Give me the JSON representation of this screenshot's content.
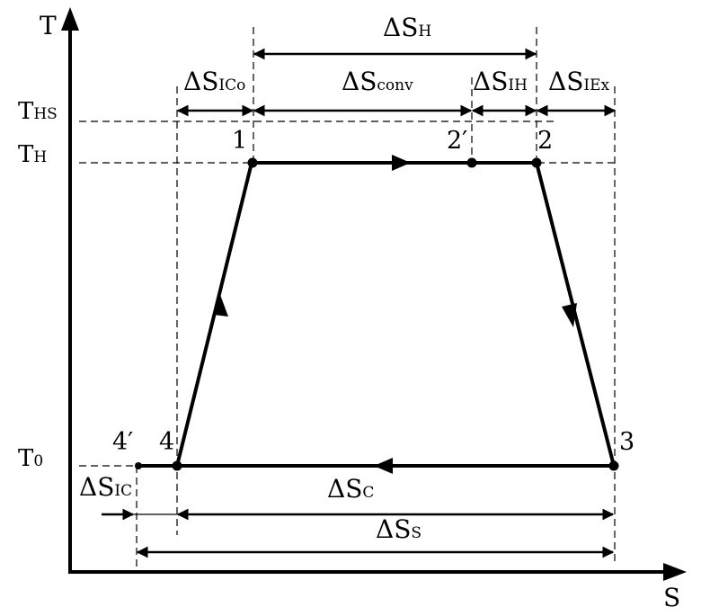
{
  "axes": {
    "y_label": "T",
    "x_label": "S"
  },
  "temperatures": {
    "ths": {
      "main": "T",
      "sub": "HS"
    },
    "th": {
      "main": "T",
      "sub": "H"
    },
    "t0": {
      "main": "T",
      "sub": "0"
    }
  },
  "points": {
    "p1": "1",
    "p2prime": "2′",
    "p2": "2",
    "p3": "3",
    "p4": "4",
    "p4prime": "4′"
  },
  "dimensions": {
    "dsh": {
      "main": "ΔS",
      "sub": "H"
    },
    "dsico": {
      "main": "ΔS",
      "sub": "ICo"
    },
    "dsconv": {
      "main": "ΔS",
      "sub": "conv"
    },
    "dsih": {
      "main": "ΔS",
      "sub": "IH"
    },
    "dsiex": {
      "main": "ΔS",
      "sub": "IEx"
    },
    "dsic": {
      "main": "ΔS",
      "sub": "IC"
    },
    "dsc": {
      "main": "ΔS",
      "sub": "C"
    },
    "dss": {
      "main": "ΔS",
      "sub": "S"
    }
  }
}
